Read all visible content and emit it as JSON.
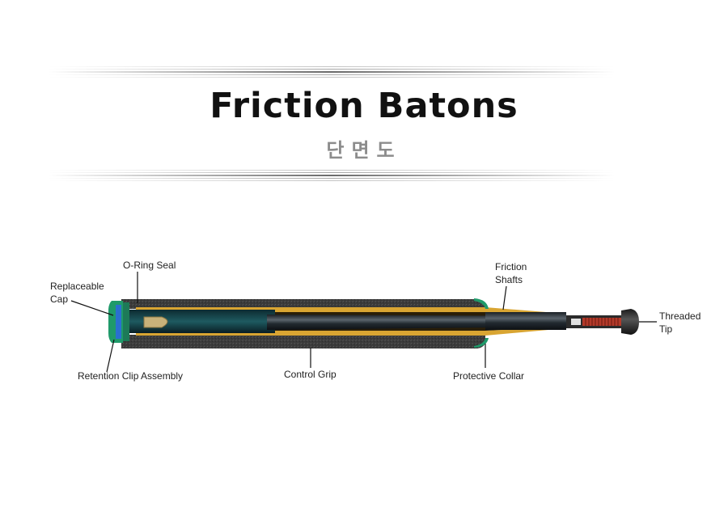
{
  "header": {
    "title": "Friction Batons",
    "subtitle": "단면도"
  },
  "labels": {
    "o_ring_seal": "O-Ring Seal",
    "replaceable_cap_1": "Replaceable",
    "replaceable_cap_2": "Cap",
    "friction_shafts_1": "Friction",
    "friction_shafts_2": "Shafts",
    "threaded_tip_1": "Threaded",
    "threaded_tip_2": "Tip",
    "retention_clip": "Retention Clip Assembly",
    "control_grip": "Control Grip",
    "protective_collar": "Protective Collar"
  },
  "colors": {
    "grip": "#3a3a3a",
    "gold": "#d9a532",
    "shaft": "#222a30",
    "cap_green": "#1f9a6a",
    "cap_blue": "#2a6fd0",
    "thread_red": "#b33a2a"
  }
}
